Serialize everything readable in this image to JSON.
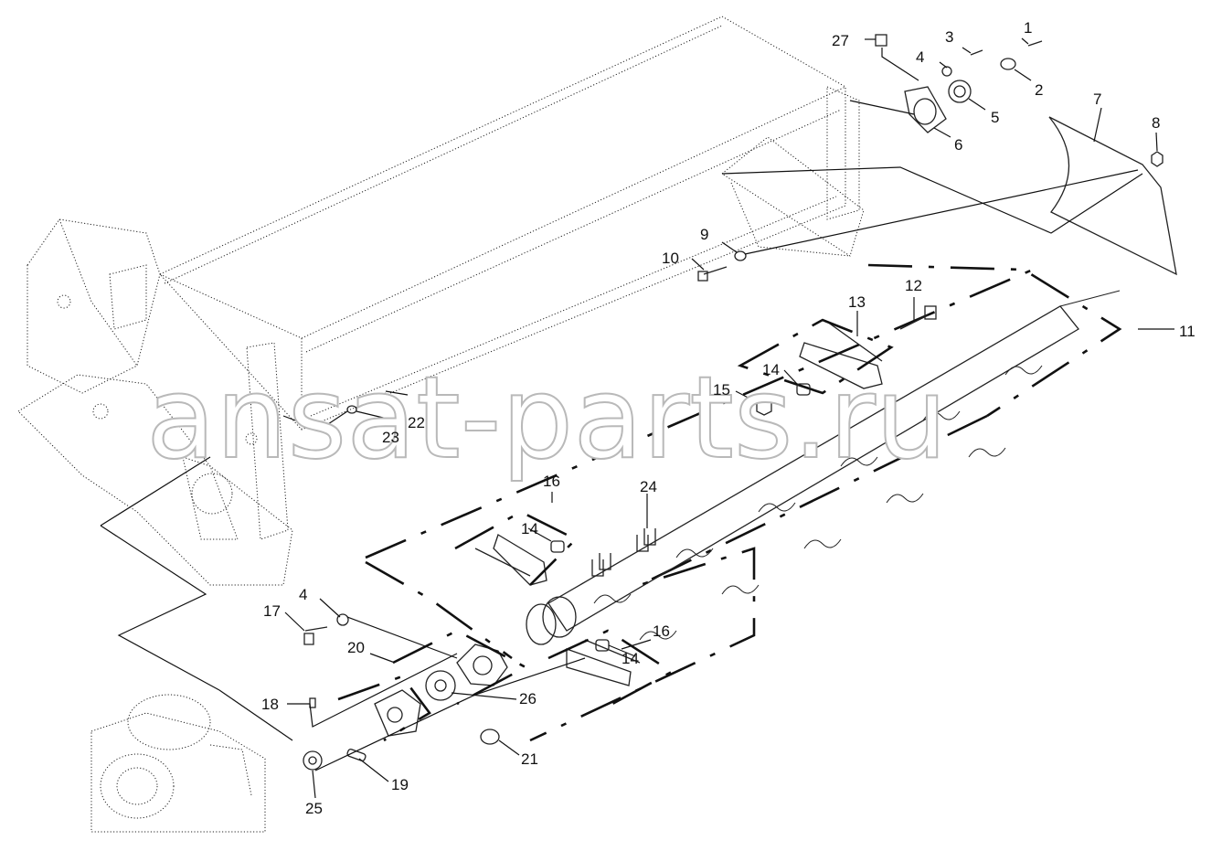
{
  "watermark": "ansat-parts.ru",
  "callouts": [
    {
      "id": "c1",
      "text": "1"
    },
    {
      "id": "c2",
      "text": "2"
    },
    {
      "id": "c3",
      "text": "3"
    },
    {
      "id": "c4a",
      "text": "4"
    },
    {
      "id": "c4b",
      "text": "4"
    },
    {
      "id": "c5",
      "text": "5"
    },
    {
      "id": "c6",
      "text": "6"
    },
    {
      "id": "c7",
      "text": "7"
    },
    {
      "id": "c8",
      "text": "8"
    },
    {
      "id": "c9",
      "text": "9"
    },
    {
      "id": "c10",
      "text": "10"
    },
    {
      "id": "c11",
      "text": "11"
    },
    {
      "id": "c12",
      "text": "12"
    },
    {
      "id": "c13",
      "text": "13"
    },
    {
      "id": "c14a",
      "text": "14"
    },
    {
      "id": "c14b",
      "text": "14"
    },
    {
      "id": "c14c",
      "text": "14"
    },
    {
      "id": "c15",
      "text": "15"
    },
    {
      "id": "c16a",
      "text": "16"
    },
    {
      "id": "c16b",
      "text": "16"
    },
    {
      "id": "c17",
      "text": "17"
    },
    {
      "id": "c18",
      "text": "18"
    },
    {
      "id": "c19",
      "text": "19"
    },
    {
      "id": "c20",
      "text": "20"
    },
    {
      "id": "c21",
      "text": "21"
    },
    {
      "id": "c22",
      "text": "22"
    },
    {
      "id": "c23",
      "text": "23"
    },
    {
      "id": "c24",
      "text": "24"
    },
    {
      "id": "c25",
      "text": "25"
    },
    {
      "id": "c26",
      "text": "26"
    },
    {
      "id": "c27",
      "text": "27"
    }
  ]
}
